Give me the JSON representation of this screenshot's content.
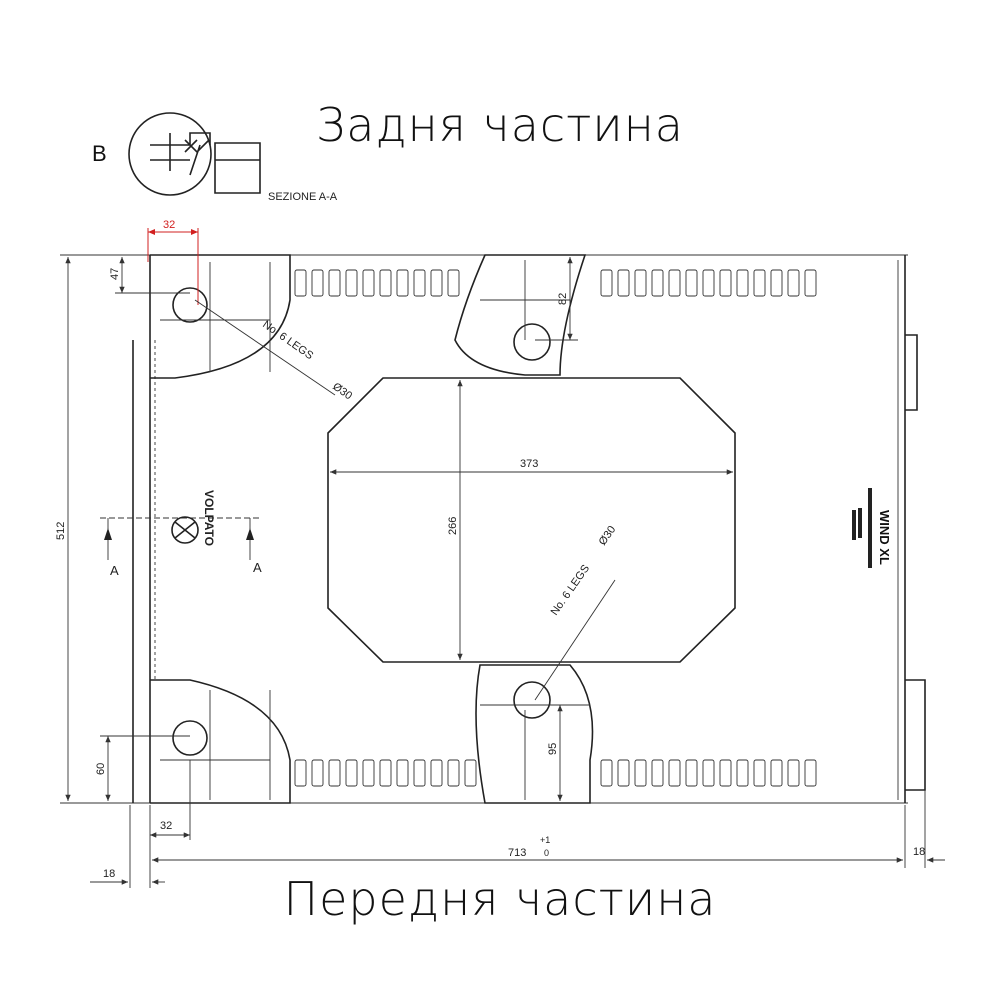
{
  "titles": {
    "back": "Задня частина",
    "front": "Передня частина"
  },
  "detail": {
    "label": "B",
    "section_label": "SEZIONE A-A"
  },
  "dimensions": {
    "frame_width_top": "32",
    "top_left_offset": "47",
    "top_leg_offset": "82",
    "total_height": "512",
    "opening_width": "373",
    "opening_height": "266",
    "bottom_left_offset": "60",
    "bottom_leg_offset": "95",
    "frame_width_bottom": "32",
    "total_length": "713",
    "tol_plus": "+1",
    "tol_minus": "0",
    "edge_left": "18",
    "edge_right": "18"
  },
  "legs_note": {
    "line1": "No. 6 LEGS",
    "line2": "Ø30"
  },
  "section_marks": {
    "left": "A",
    "right": "A"
  },
  "logo": "VOLPATO",
  "product_label": "WIND XL",
  "colors": {
    "red_dim": "#d22020",
    "line": "#222222"
  }
}
